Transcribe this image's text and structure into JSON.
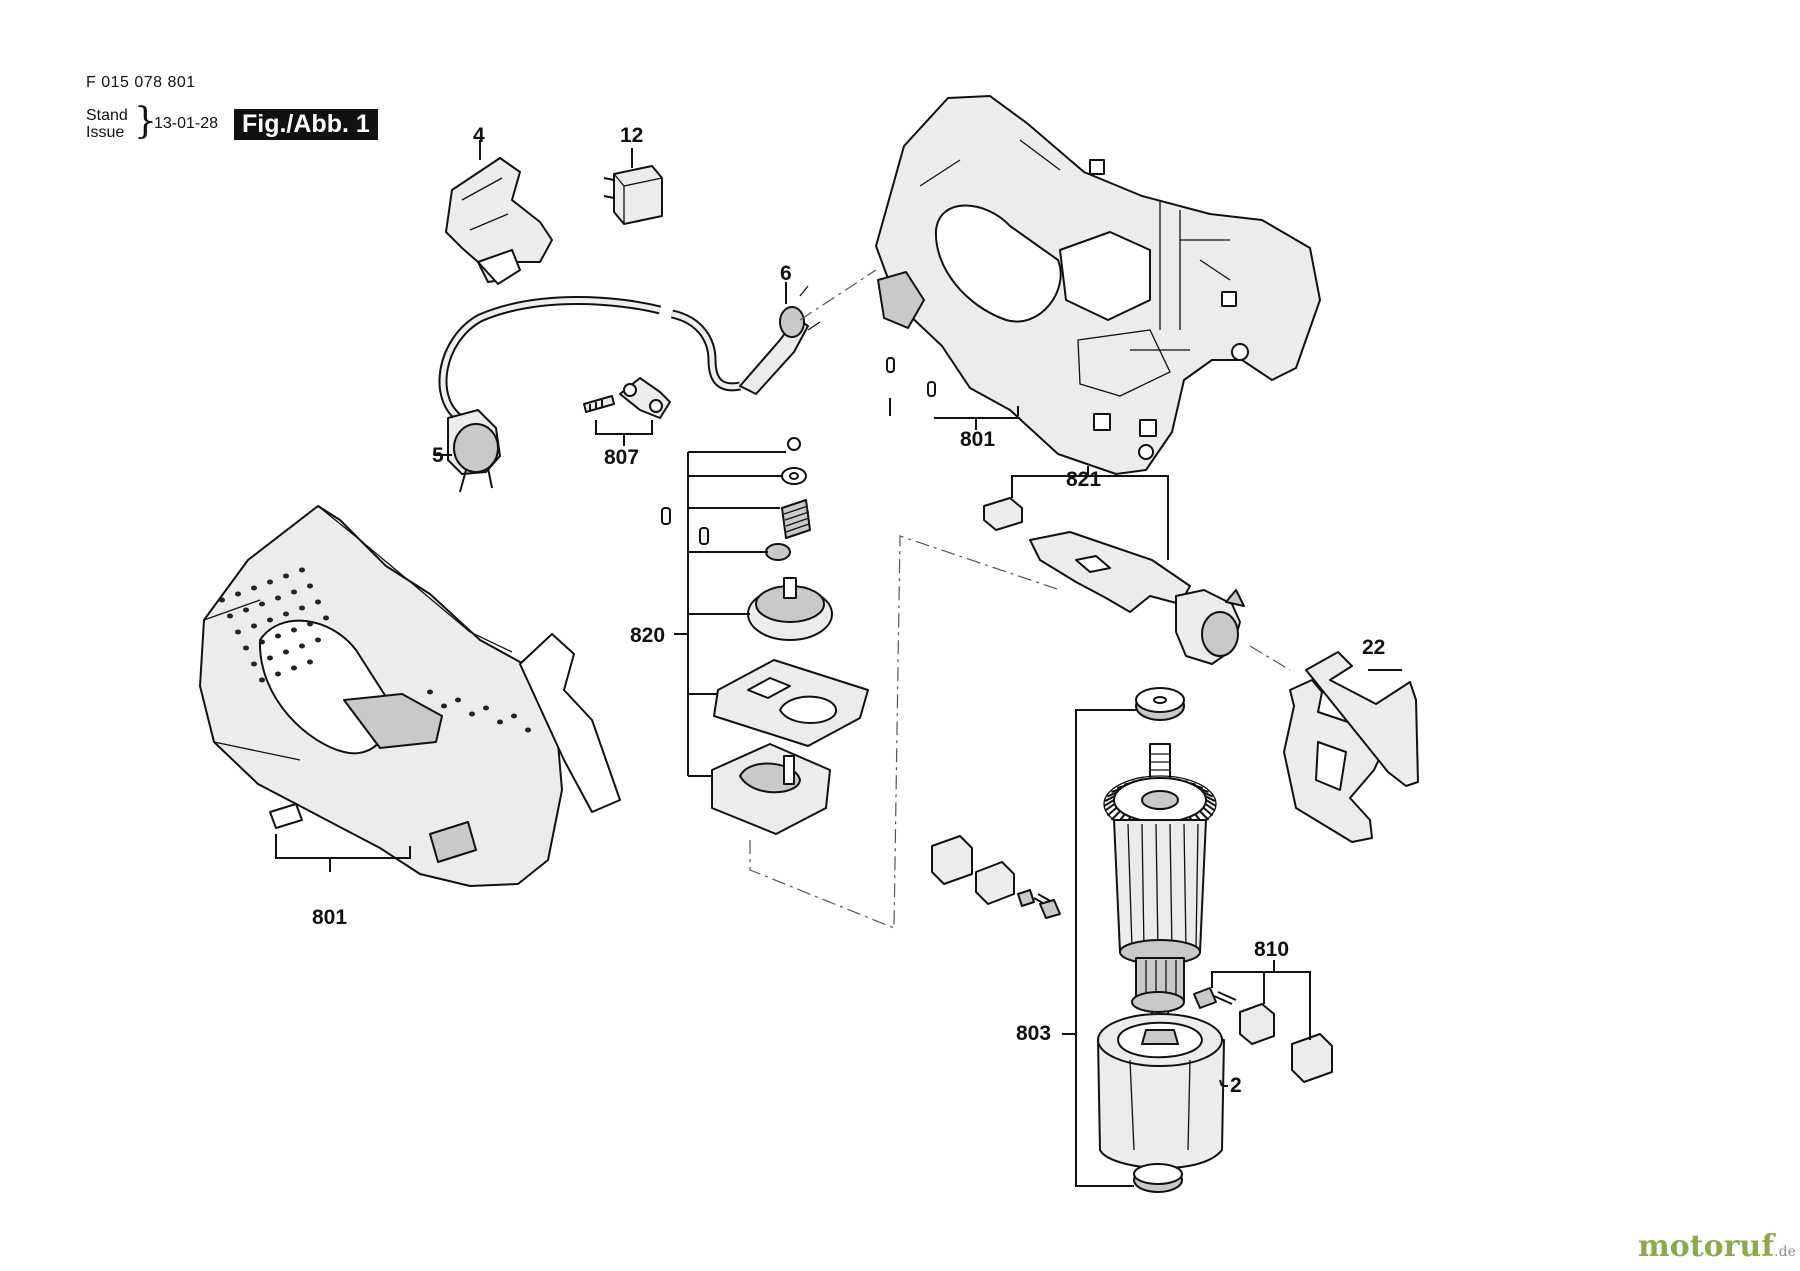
{
  "header": {
    "doc_number": "F 015 078 801",
    "stand_label": "Stand",
    "issue_label": "Issue",
    "date": "13-01-28",
    "figure_label": "Fig./Abb. 1"
  },
  "callouts": {
    "c4": "4",
    "c12": "12",
    "c6": "6",
    "c5": "5",
    "c807": "807",
    "c801_top": "801",
    "c821": "821",
    "c820": "820",
    "c22": "22",
    "c801_bottom": "801",
    "c810": "810",
    "c803": "803",
    "c2": "2"
  },
  "watermark": {
    "brand": "motoruf",
    "suffix": ".de"
  }
}
